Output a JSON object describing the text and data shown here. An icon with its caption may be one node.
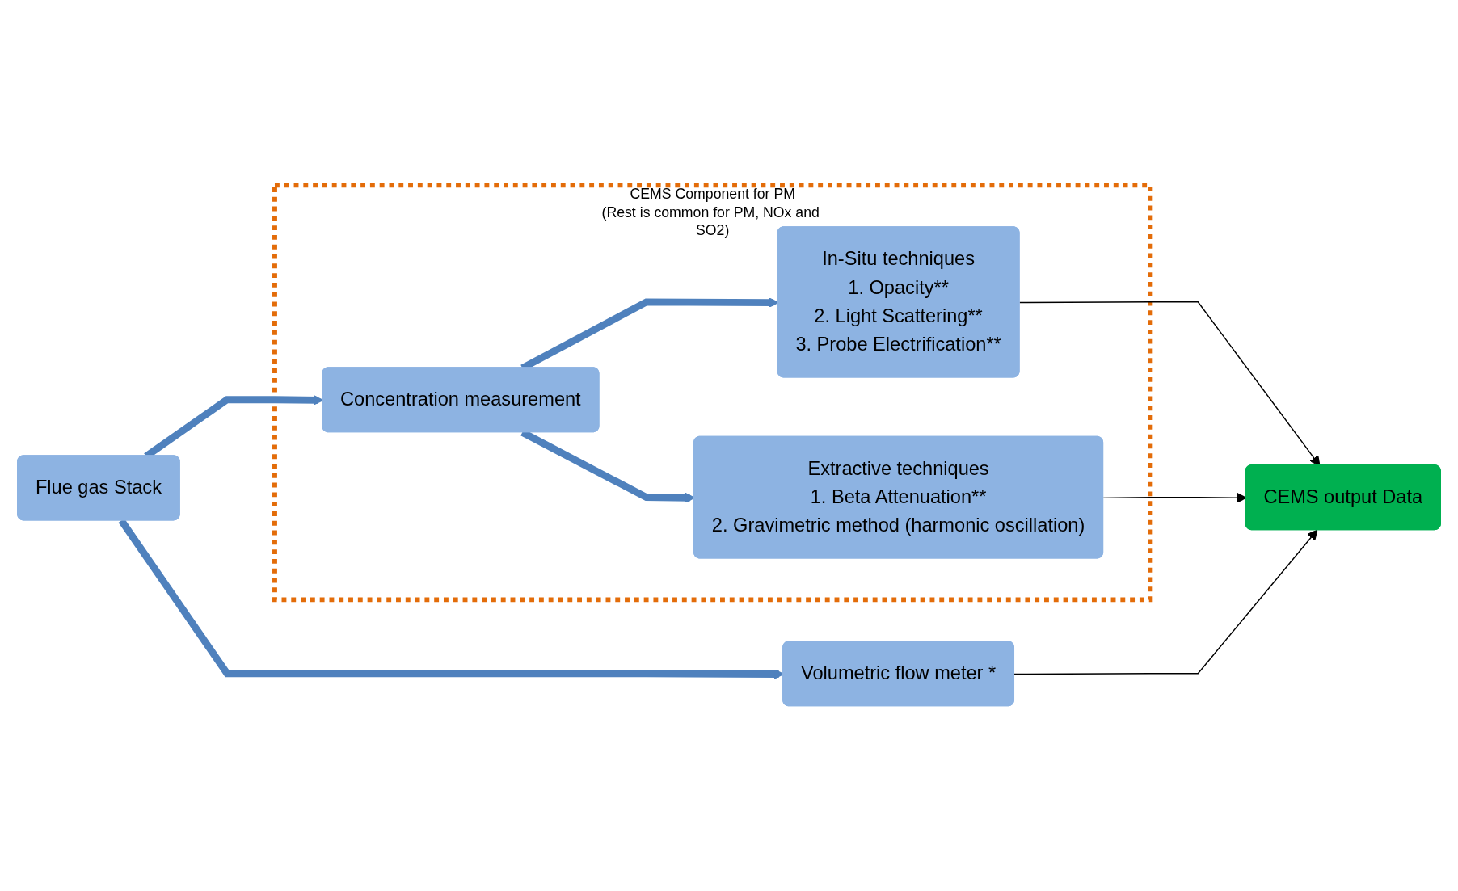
{
  "diagram": {
    "nodes": [
      {
        "text": [
          "CEMS Component for PM",
          "(Rest is common for PM, NOx and SO2)"
        ]
      },
      {
        "text": [
          "Concentration measurement"
        ],
        "in": 0
      },
      {
        "text": [
          "In-Situ techniques",
          "1. Opacity**",
          "2. Light Scattering**",
          "3. Probe Electrification**"
        ],
        "in": 0
      },
      {
        "text": [
          "Extractive techniques",
          "1. Beta Attenuation**",
          "2. Gravimetric method (harmonic oscillation)"
        ],
        "in": 0
      },
      {
        "text": [
          "Flue gas Stack"
        ]
      },
      {
        "text": [
          "Volumetric flow meter *"
        ]
      },
      {
        "text": [
          "CEMS output Data"
        ]
      }
    ],
    "edges": [
      {
        "from": 4,
        "to": 1,
        "arrow": "to"
      },
      {
        "from": 4,
        "to": 5,
        "arrow": "to"
      },
      {
        "from": 1,
        "to": 2,
        "arrow": "to"
      },
      {
        "from": 1,
        "to": 3,
        "arrow": "to"
      },
      {
        "from": 2,
        "to": 6,
        "arrow": "to",
        "color": "#000000"
      },
      {
        "from": 3,
        "to": 6,
        "arrow": "to",
        "color": "#000000"
      },
      {
        "from": 5,
        "to": 6,
        "arrow": "to",
        "color": "#000000"
      }
    ]
  }
}
